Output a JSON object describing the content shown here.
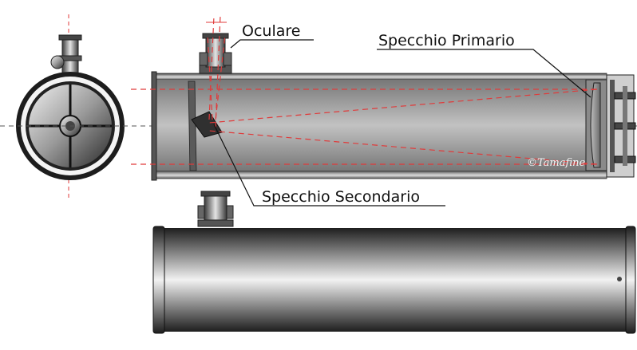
{
  "labels": {
    "eyepiece": "Oculare",
    "primary_mirror": "Specchio Primario",
    "secondary_mirror": "Specchio Secondario"
  },
  "signature": "©Tamafine",
  "colors": {
    "light_path": "#e03b3b",
    "axis_line": "#555555",
    "tube_dark": "#1a1a1a",
    "tube_light": "#f2f2f2",
    "background": "#ffffff"
  }
}
